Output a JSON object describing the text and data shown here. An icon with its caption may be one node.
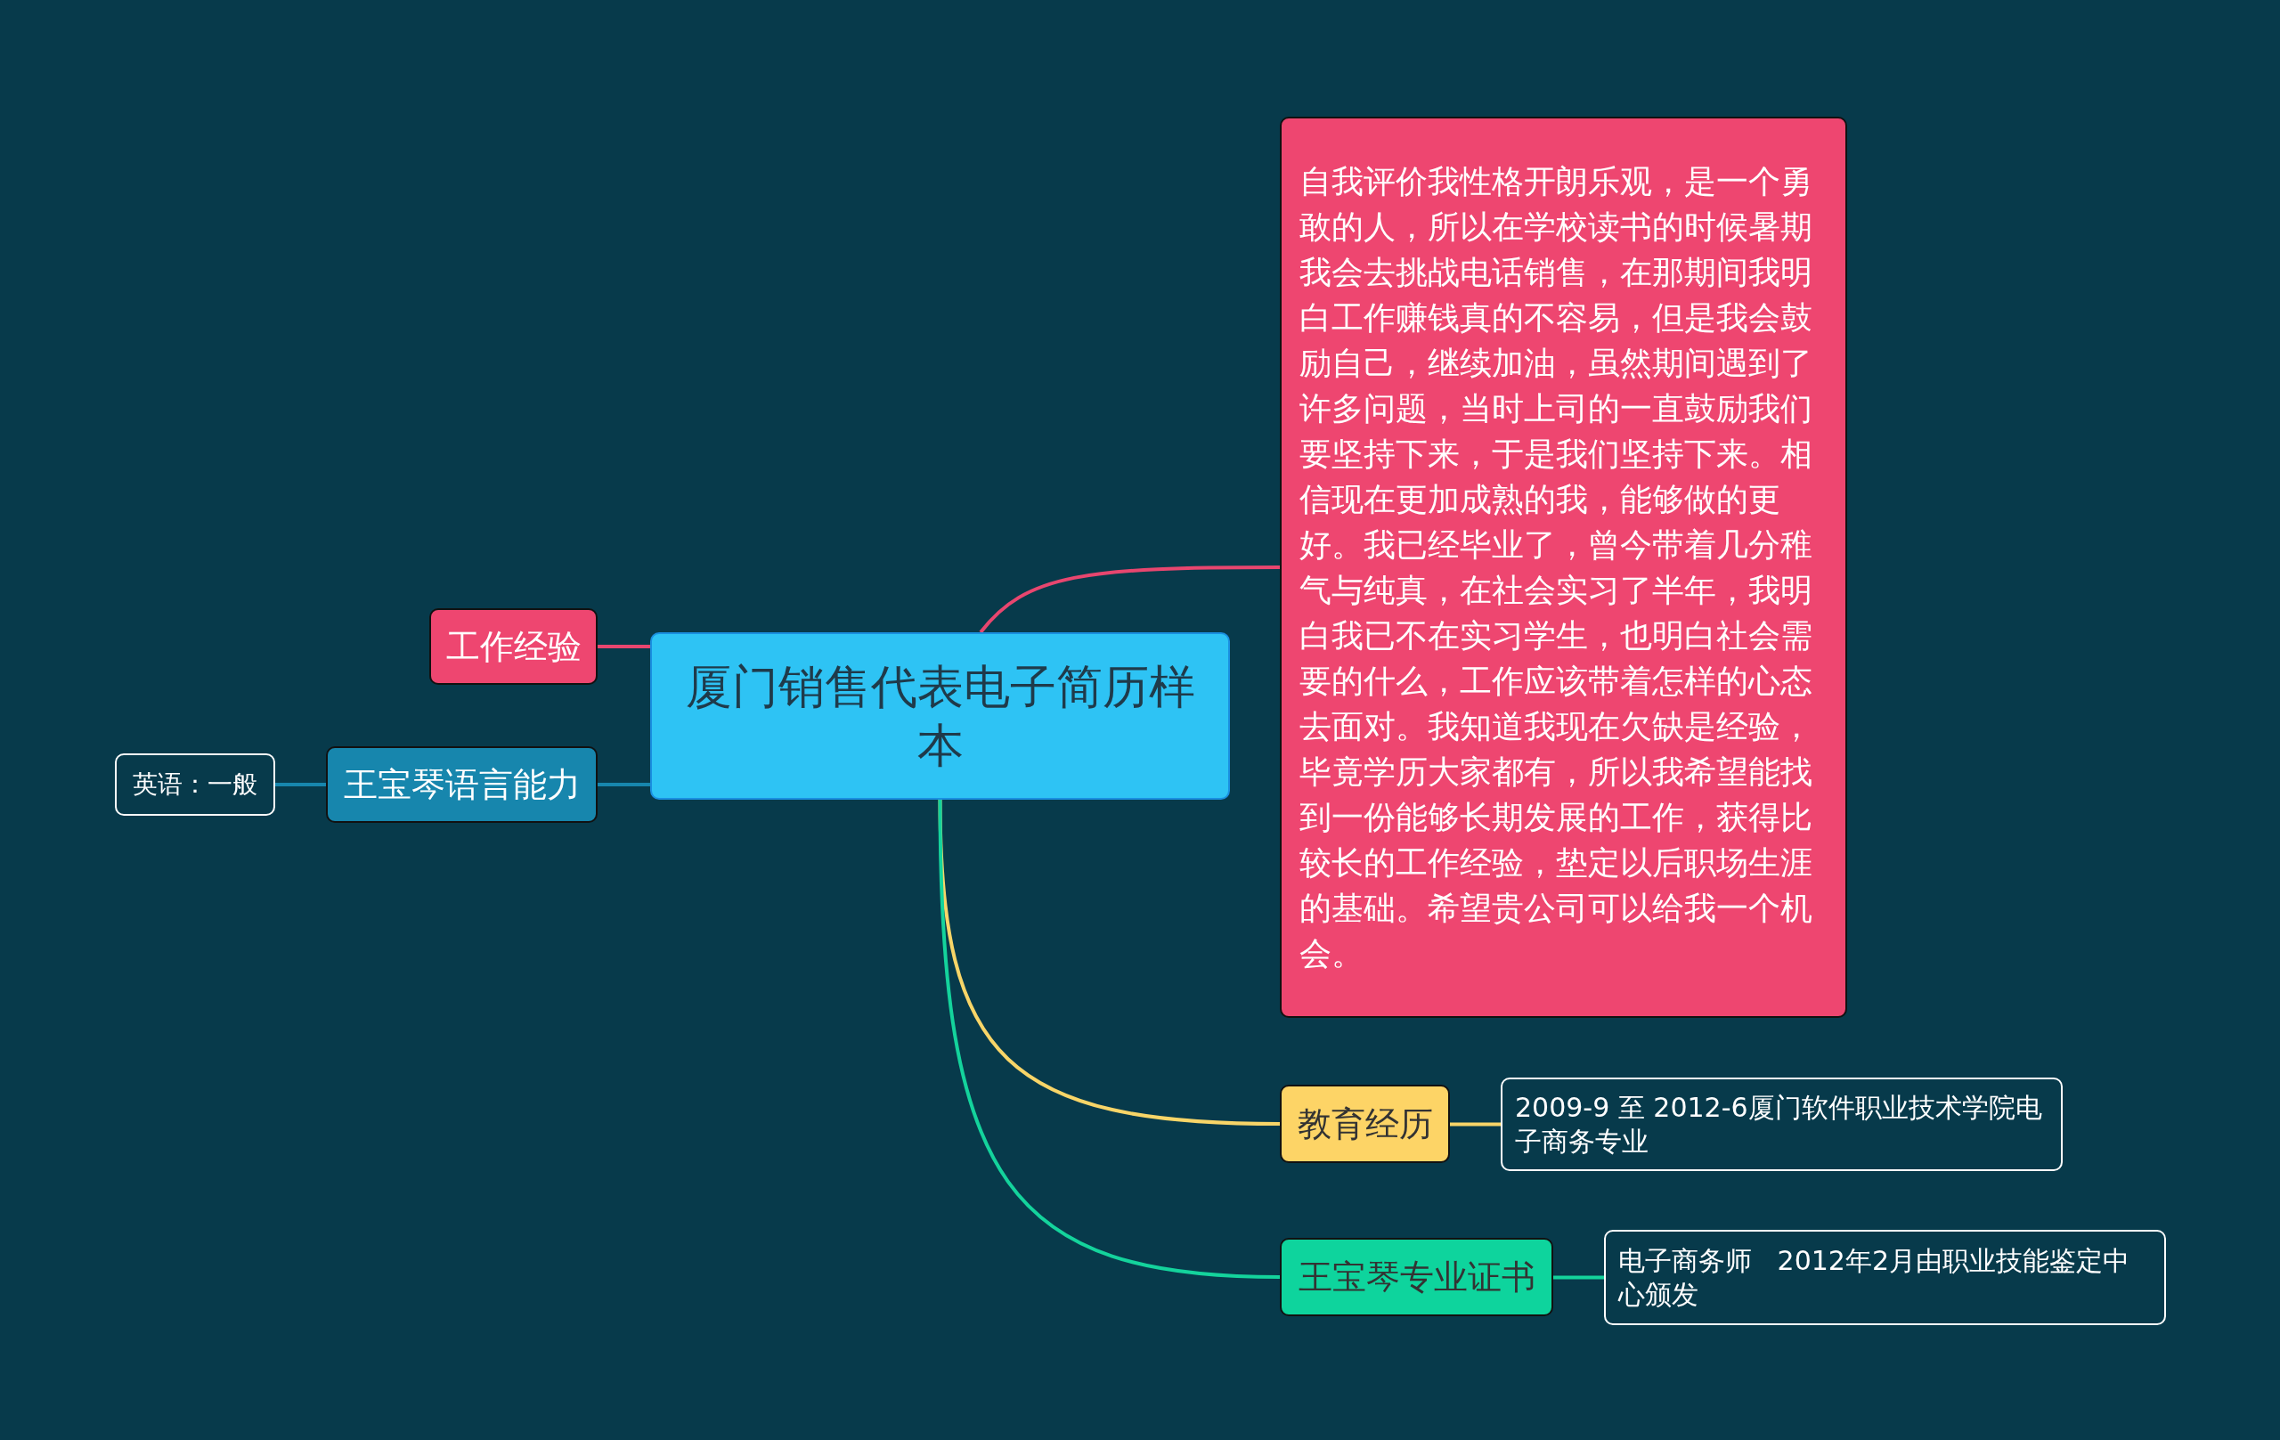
{
  "diagram": {
    "nodes": [
      {
        "text": [
          "厦门销售代表电子简历样本"
        ]
      },
      {
        "text": [
          "工作经验"
        ]
      },
      {
        "text": [
          "王宝琴语言能力"
        ]
      },
      {
        "text": [
          "英语：一般"
        ]
      },
      {
        "text": [
          "自我评价我性格开朗乐观，是一个勇敢的人，所以在学校读书的时候暑期我会去挑战电话销售，在那期间我明白工作赚钱真的不容易，但是我会鼓励自己，继续加油，虽然期间遇到了许多问题，当时上司的一直鼓励我们要坚持下来，于是我们坚持下来。相信现在更加成熟的我，能够做的更好。我已经毕业了，曾今带着几分稚气与纯真，在社会实习了半年，我明白我已不在实习学生，也明白社会需要的什么，工作应该带着怎样的心态去面对。我知道我现在欠缺是经验，毕竟学历大家都有，所以我希望能找到一份能够长期发展的工作，获得比较长的工作经验，垫定以后职场生涯的基础。希望贵公司可以给我一个机会。"
        ]
      },
      {
        "text": [
          "教育经历"
        ]
      },
      {
        "text": [
          "2009-9 至 2012-6厦门软件职业技术学院电子商务专业"
        ]
      },
      {
        "text": [
          "王宝琴专业证书"
        ]
      },
      {
        "text": [
          "电子商务师   2012年2月由职业技能鉴定中心颁发"
        ]
      }
    ],
    "edges": [
      {
        "from": 0,
        "to": 1,
        "arrow": "none",
        "color": "#e8466f"
      },
      {
        "from": 0,
        "to": 2,
        "arrow": "none",
        "color": "#1786ad"
      },
      {
        "from": 2,
        "to": 3,
        "arrow": "none",
        "color": "#1786ad"
      },
      {
        "from": 0,
        "to": 4,
        "arrow": "none",
        "color": "#e8466f"
      },
      {
        "from": 0,
        "to": 5,
        "arrow": "none",
        "color": "#f8d568"
      },
      {
        "from": 5,
        "to": 6,
        "arrow": "none",
        "color": "#f8d568"
      },
      {
        "from": 0,
        "to": 7,
        "arrow": "none",
        "color": "#14d39c"
      },
      {
        "from": 7,
        "to": 8,
        "arrow": "none",
        "color": "#14d39c"
      }
    ]
  }
}
